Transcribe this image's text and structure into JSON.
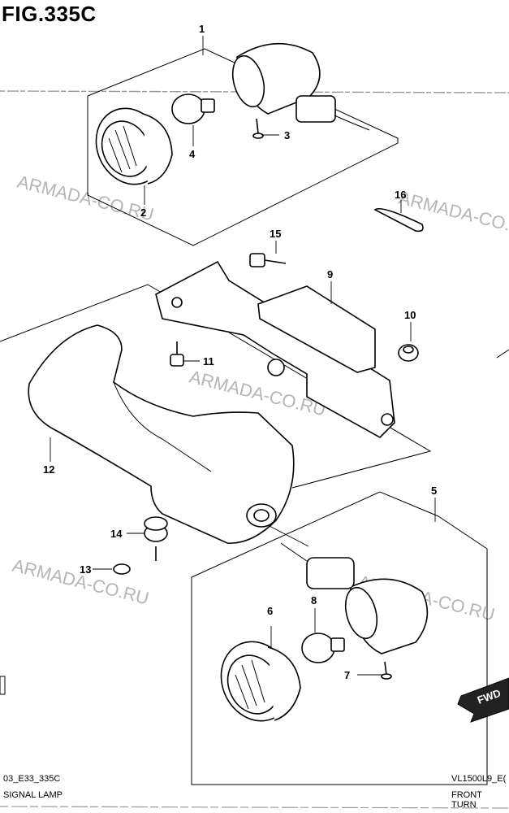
{
  "figure": {
    "title": "FIG.335C"
  },
  "watermark": {
    "text": "ARMADA-CO.RU"
  },
  "callouts": [
    "1",
    "2",
    "3",
    "4",
    "5",
    "6",
    "7",
    "8",
    "9",
    "10",
    "11",
    "12",
    "13",
    "14",
    "15",
    "16"
  ],
  "direction_badge": {
    "label": "FWD"
  },
  "footer": {
    "left_code": "03_E33_335C",
    "left_caption": "SIGNAL LAMP",
    "right_code": "VL1500L9_E(",
    "right_caption": "FRONT TURN"
  }
}
